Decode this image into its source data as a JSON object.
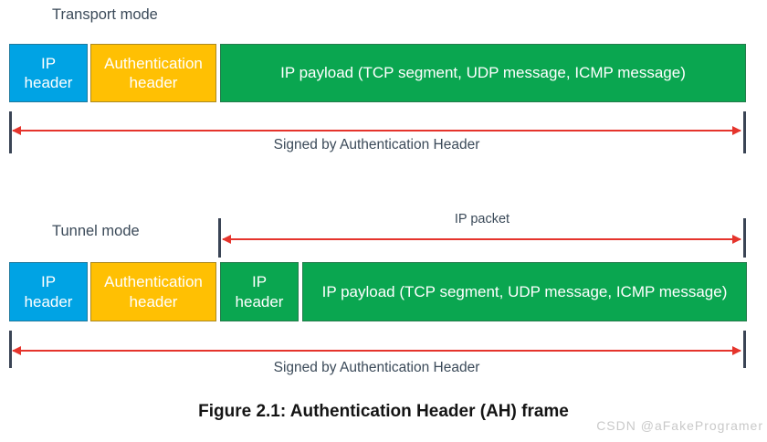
{
  "figure": {
    "caption": "Figure 2.1: Authentication Header (AH) frame",
    "watermark": "CSDN @aFakeProgramer"
  },
  "colors": {
    "ip_header_blue": "#00a3e4",
    "auth_header_yellow": "#ffc003",
    "payload_green": "#0aa650",
    "arrow_red": "#e5342c",
    "measure_bar_dark": "#3a4455",
    "label_text": "#3b4a59"
  },
  "transport": {
    "title": "Transport mode",
    "boxes": [
      {
        "label": "IP header"
      },
      {
        "label": "Authentication header"
      },
      {
        "label": "IP payload (TCP segment, UDP message, ICMP message)"
      }
    ],
    "signed_label": "Signed by Authentication Header"
  },
  "tunnel": {
    "title": "Tunnel mode",
    "ip_packet_label": "IP packet",
    "boxes": [
      {
        "label": "IP header"
      },
      {
        "label": "Authentication header"
      },
      {
        "label": "IP header"
      },
      {
        "label": "IP payload (TCP segment, UDP message, ICMP message)"
      }
    ],
    "signed_label": "Signed by Authentication Header"
  }
}
